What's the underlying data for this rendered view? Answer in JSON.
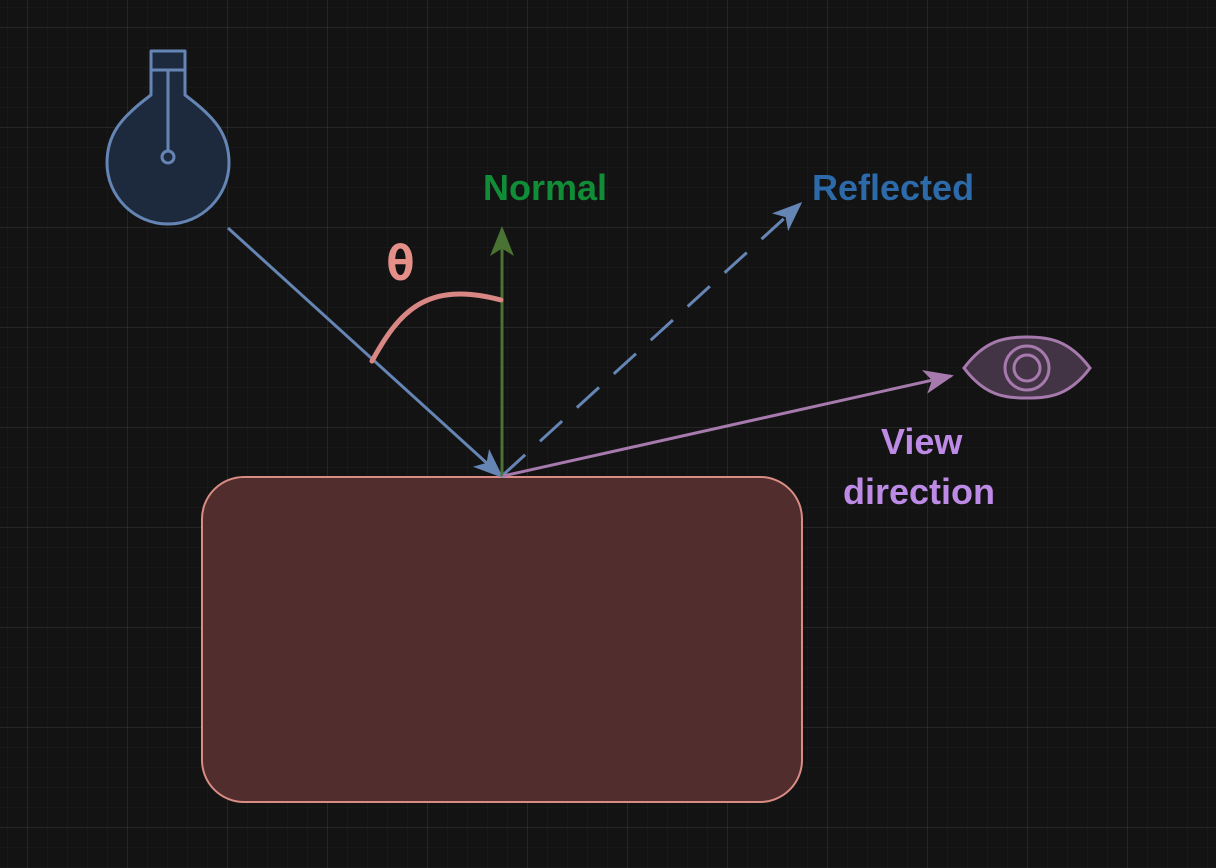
{
  "labels": {
    "normal": "Normal",
    "reflected": "Reflected",
    "view_line1": "View",
    "view_line2": "direction",
    "theta": "θ"
  },
  "colors": {
    "background": "#131313",
    "grid": "#262626",
    "surface_fill": "#512d2d",
    "surface_stroke": "#d88c84",
    "incident": "#6585b5",
    "bulb_fill": "#1d2a3e",
    "normal_arrow": "#4a7233",
    "normal_text": "#108d36",
    "reflected_arrow": "#6585b5",
    "reflected_text": "#2d6aa9",
    "view_arrow": "#a67aad",
    "view_text": "#bd8ae5",
    "eye_fill": "#423444",
    "eye_stroke": "#a67aad",
    "angle_arc": "#d88784"
  },
  "icons": {
    "light_source": "light-bulb-icon",
    "viewer": "eye-icon"
  }
}
